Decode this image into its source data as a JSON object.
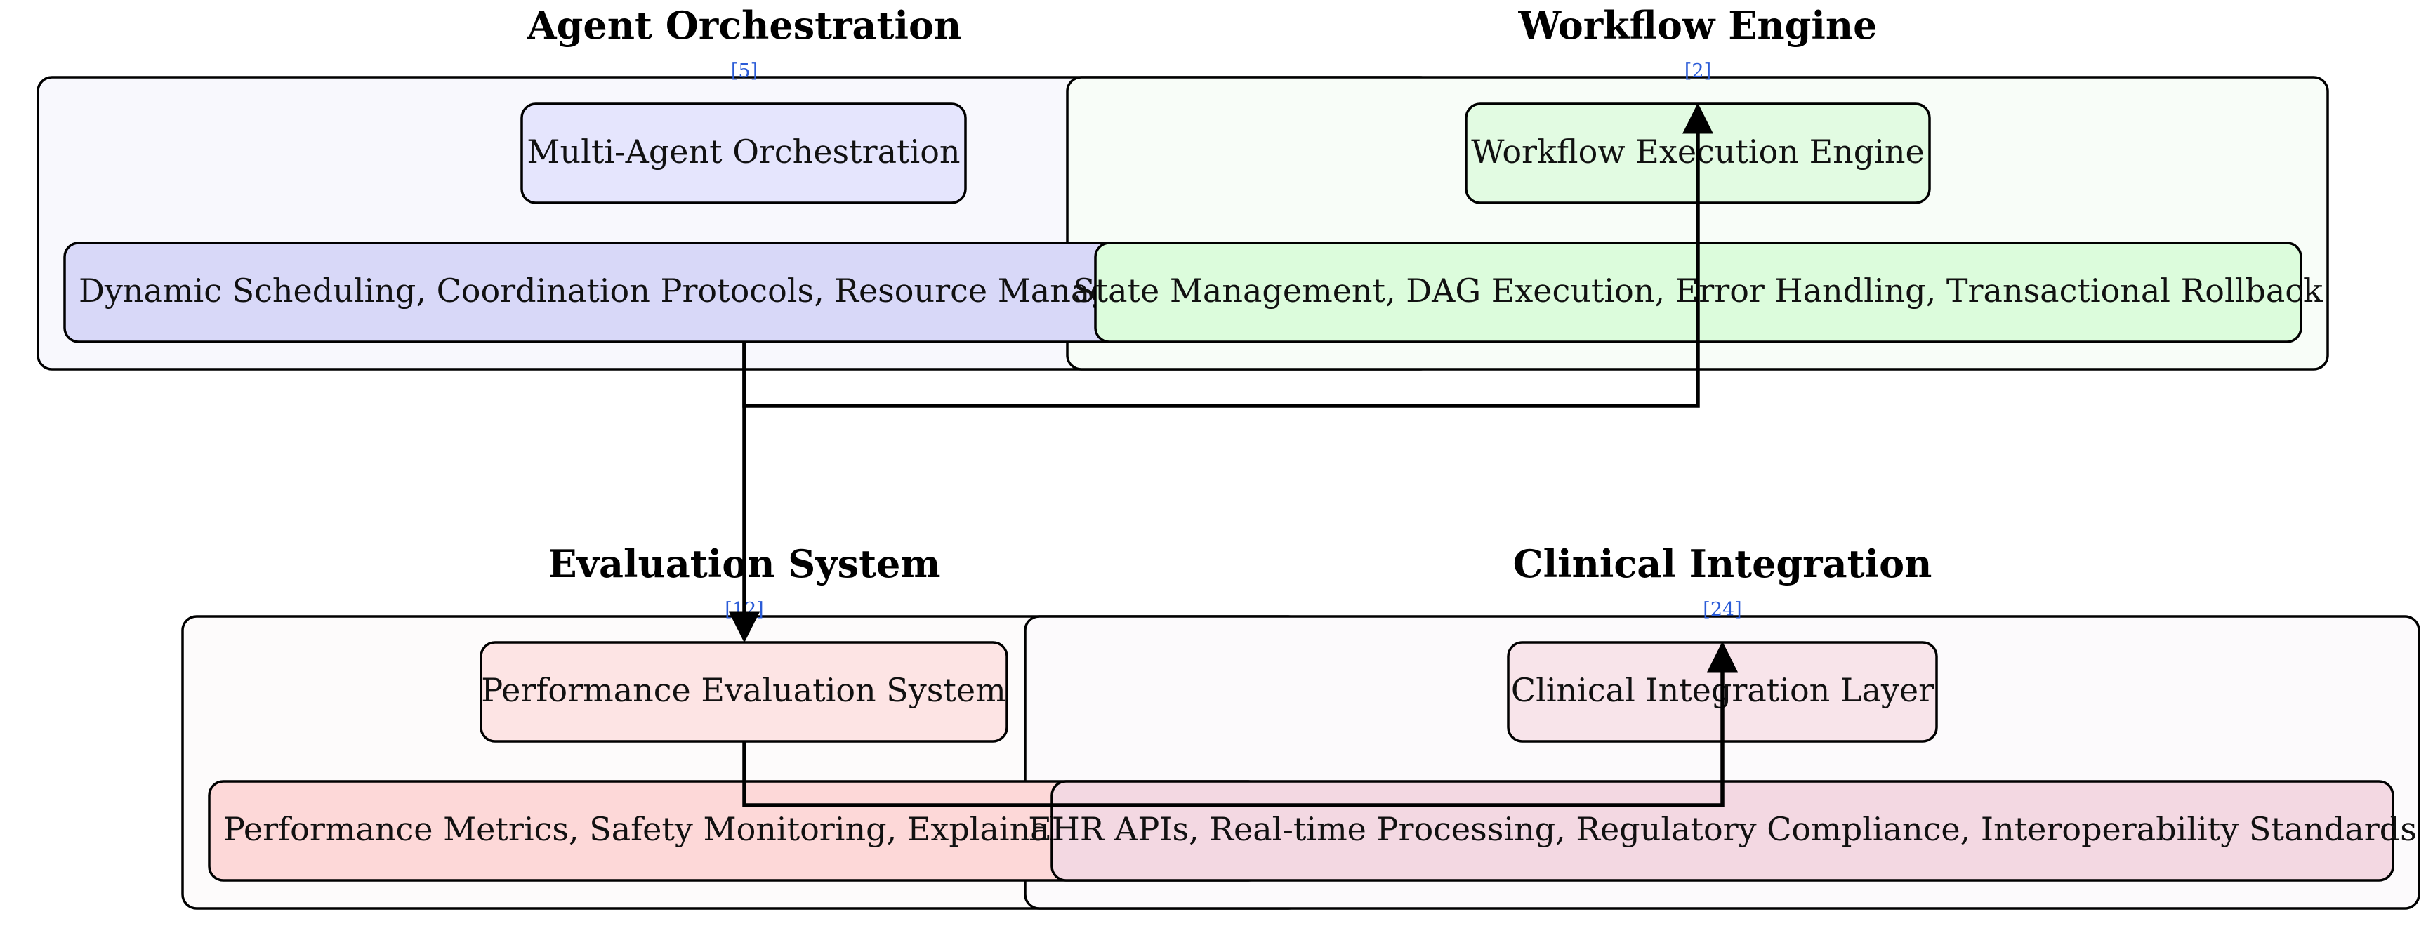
{
  "diagram": {
    "groups": [
      {
        "id": "agent",
        "title": "Agent Orchestration",
        "cite": "[5]",
        "fill": "#f8f8fd"
      },
      {
        "id": "workflow",
        "title": "Workflow Engine",
        "cite": "[2]",
        "fill": "#f8fdf8"
      },
      {
        "id": "evaluation",
        "title": "Evaluation System",
        "cite": "[12]",
        "fill": "#fdfbfb"
      },
      {
        "id": "clinical",
        "title": "Clinical Integration",
        "cite": "[24]",
        "fill": "#fcfafc"
      }
    ],
    "nodes": {
      "multi_agent": {
        "label": "Multi-Agent Orchestration",
        "fill": "#e5e5fd"
      },
      "agent_detail": {
        "label": "Dynamic Scheduling, Coordination Protocols, Resource Management",
        "fill": "#d8d8f8"
      },
      "workflow_exec": {
        "label": "Workflow Execution Engine",
        "fill": "#e2fbe2"
      },
      "workflow_detail": {
        "label": "State Management, DAG Execution, Error Handling, Transactional Rollback",
        "fill": "#dcfcdc"
      },
      "perf_eval": {
        "label": "Performance Evaluation System",
        "fill": "#fde4e4"
      },
      "eval_detail": {
        "label": "Performance Metrics, Safety Monitoring, Explainability",
        "fill": "#fdd8d8"
      },
      "clinical_layer": {
        "label": "Clinical Integration Layer",
        "fill": "#f8e4ea"
      },
      "clinical_detail": {
        "label": "EHR APIs, Real-time Processing, Regulatory Compliance, Interoperability Standards",
        "fill": "#f3d8e2"
      }
    },
    "edges": [
      {
        "from": "agent_detail",
        "to": "workflow_exec"
      },
      {
        "from": "agent_detail",
        "to": "perf_eval"
      },
      {
        "from": "perf_eval",
        "to": "clinical_layer"
      }
    ]
  }
}
